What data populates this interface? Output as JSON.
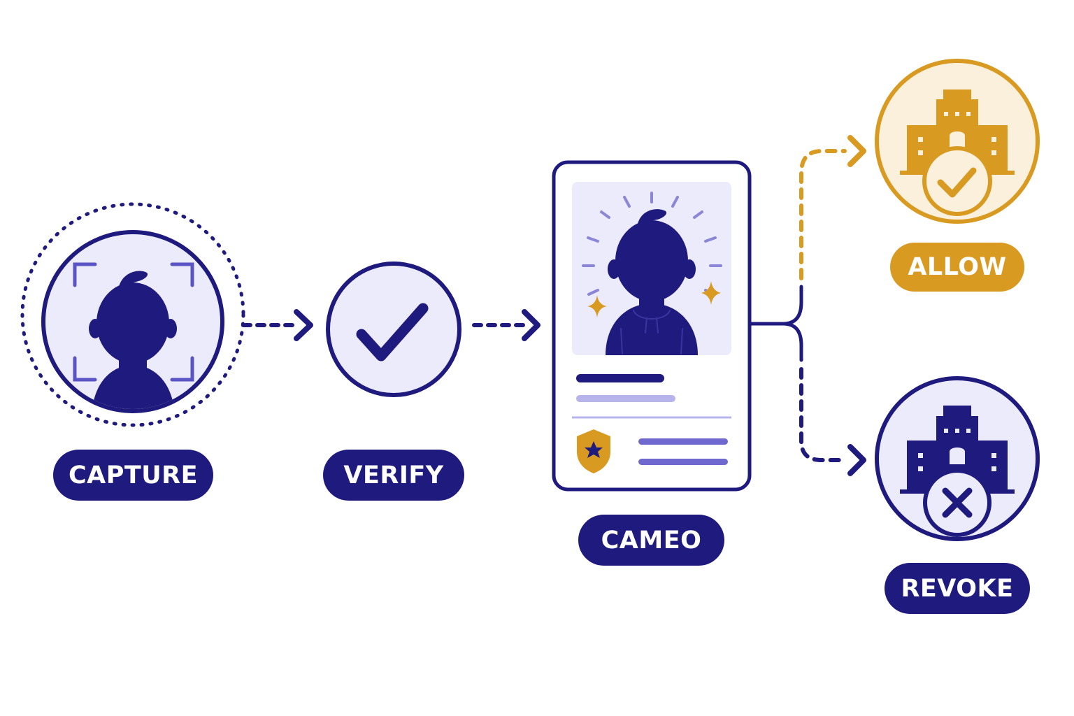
{
  "steps": {
    "capture": {
      "label": "CAPTURE"
    },
    "verify": {
      "label": "VERIFY"
    },
    "cameo": {
      "label": "CAMEO"
    },
    "allow": {
      "label": "ALLOW"
    },
    "revoke": {
      "label": "REVOKE"
    }
  },
  "icons": {
    "capture": "face-scan-icon",
    "verify": "checkmark-icon",
    "cameo": "profile-card-icon",
    "allow": "building-check-icon",
    "revoke": "building-x-icon"
  },
  "colors": {
    "navy": "#1f1a7e",
    "lavender": "#ecebfb",
    "soft_purple": "#8b86d8",
    "gold": "#d99a22",
    "gold_light": "#fbf0dc"
  }
}
